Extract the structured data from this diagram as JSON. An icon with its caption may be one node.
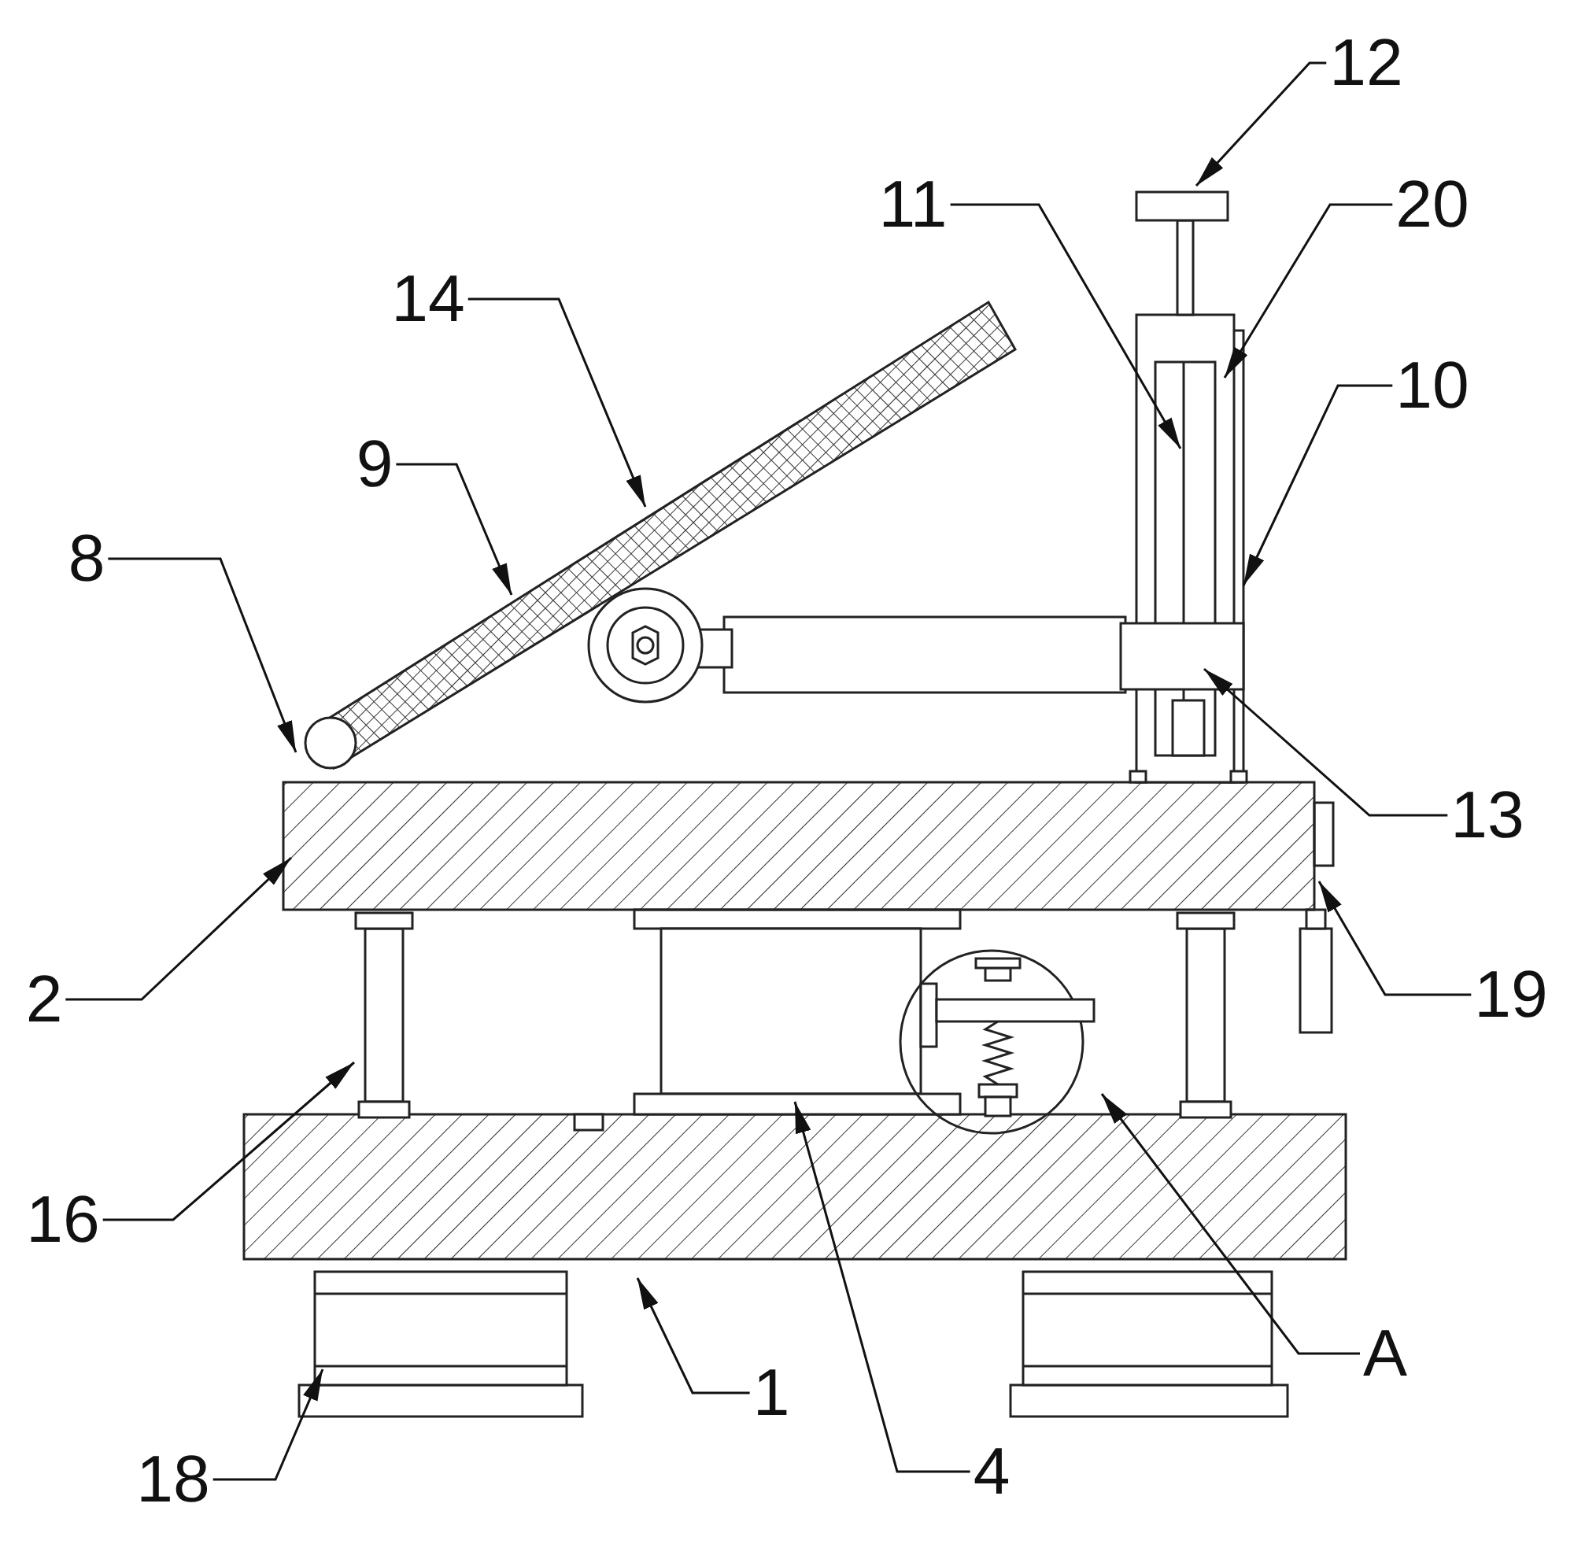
{
  "diagram": {
    "nodes": [
      {
        "text": [
          "12"
        ]
      },
      {
        "text": [
          "11"
        ]
      },
      {
        "text": [
          "20"
        ]
      },
      {
        "text": [
          "14"
        ]
      },
      {
        "text": [
          "10"
        ]
      },
      {
        "text": [
          "9"
        ]
      },
      {
        "text": [
          "8"
        ]
      },
      {
        "text": [
          "13"
        ]
      },
      {
        "text": [
          "2"
        ]
      },
      {
        "text": [
          "19"
        ]
      },
      {
        "text": [
          "16"
        ]
      },
      {
        "text": [
          "A"
        ]
      },
      {
        "text": [
          "1"
        ]
      },
      {
        "text": [
          "4"
        ]
      },
      {
        "text": [
          "18"
        ]
      }
    ],
    "edges": [
      {
        "from": 0,
        "to": null,
        "arrow": "to"
      },
      {
        "from": 1,
        "to": null,
        "arrow": "to"
      },
      {
        "from": 2,
        "to": null,
        "arrow": "to"
      },
      {
        "from": 3,
        "to": null,
        "arrow": "to"
      },
      {
        "from": 4,
        "to": null,
        "arrow": "to"
      },
      {
        "from": 5,
        "to": null,
        "arrow": "to"
      },
      {
        "from": 6,
        "to": null,
        "arrow": "to"
      },
      {
        "from": 7,
        "to": null,
        "arrow": "to"
      },
      {
        "from": 8,
        "to": null,
        "arrow": "to"
      },
      {
        "from": 9,
        "to": null,
        "arrow": "to"
      },
      {
        "from": 10,
        "to": null,
        "arrow": "to"
      },
      {
        "from": 11,
        "to": null,
        "arrow": "to"
      },
      {
        "from": 12,
        "to": null,
        "arrow": "to"
      },
      {
        "from": 13,
        "to": null,
        "arrow": "to"
      },
      {
        "from": 14,
        "to": null,
        "arrow": "to"
      }
    ]
  }
}
